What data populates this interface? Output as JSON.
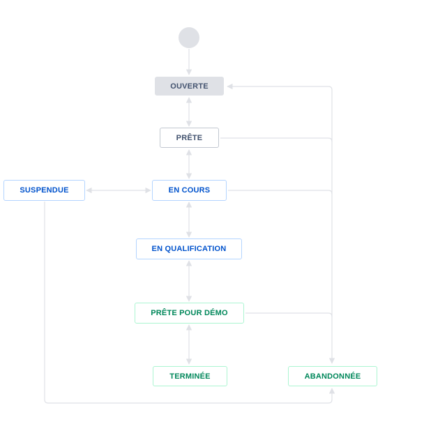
{
  "diagram": {
    "colors": {
      "edge": "#dfe1e6",
      "start_node": "#dfe1e6",
      "todo_text": "#42526e",
      "todo_fill": "#dfe1e6",
      "in_progress_text": "#0052cc",
      "in_progress_border": "#b3d4ff",
      "done_text": "#00875a",
      "done_border": "#abf5d1"
    },
    "statuses": {
      "ouverte": "OUVERTE",
      "prete": "PRÊTE",
      "suspendue": "SUSPENDUE",
      "en_cours": "EN COURS",
      "en_qualification": "EN QUALIFICATION",
      "prete_pour_demo": "PRÊTE POUR DÉMO",
      "terminee": "TERMINÉE",
      "abandonnee": "ABANDONNÉE"
    }
  }
}
